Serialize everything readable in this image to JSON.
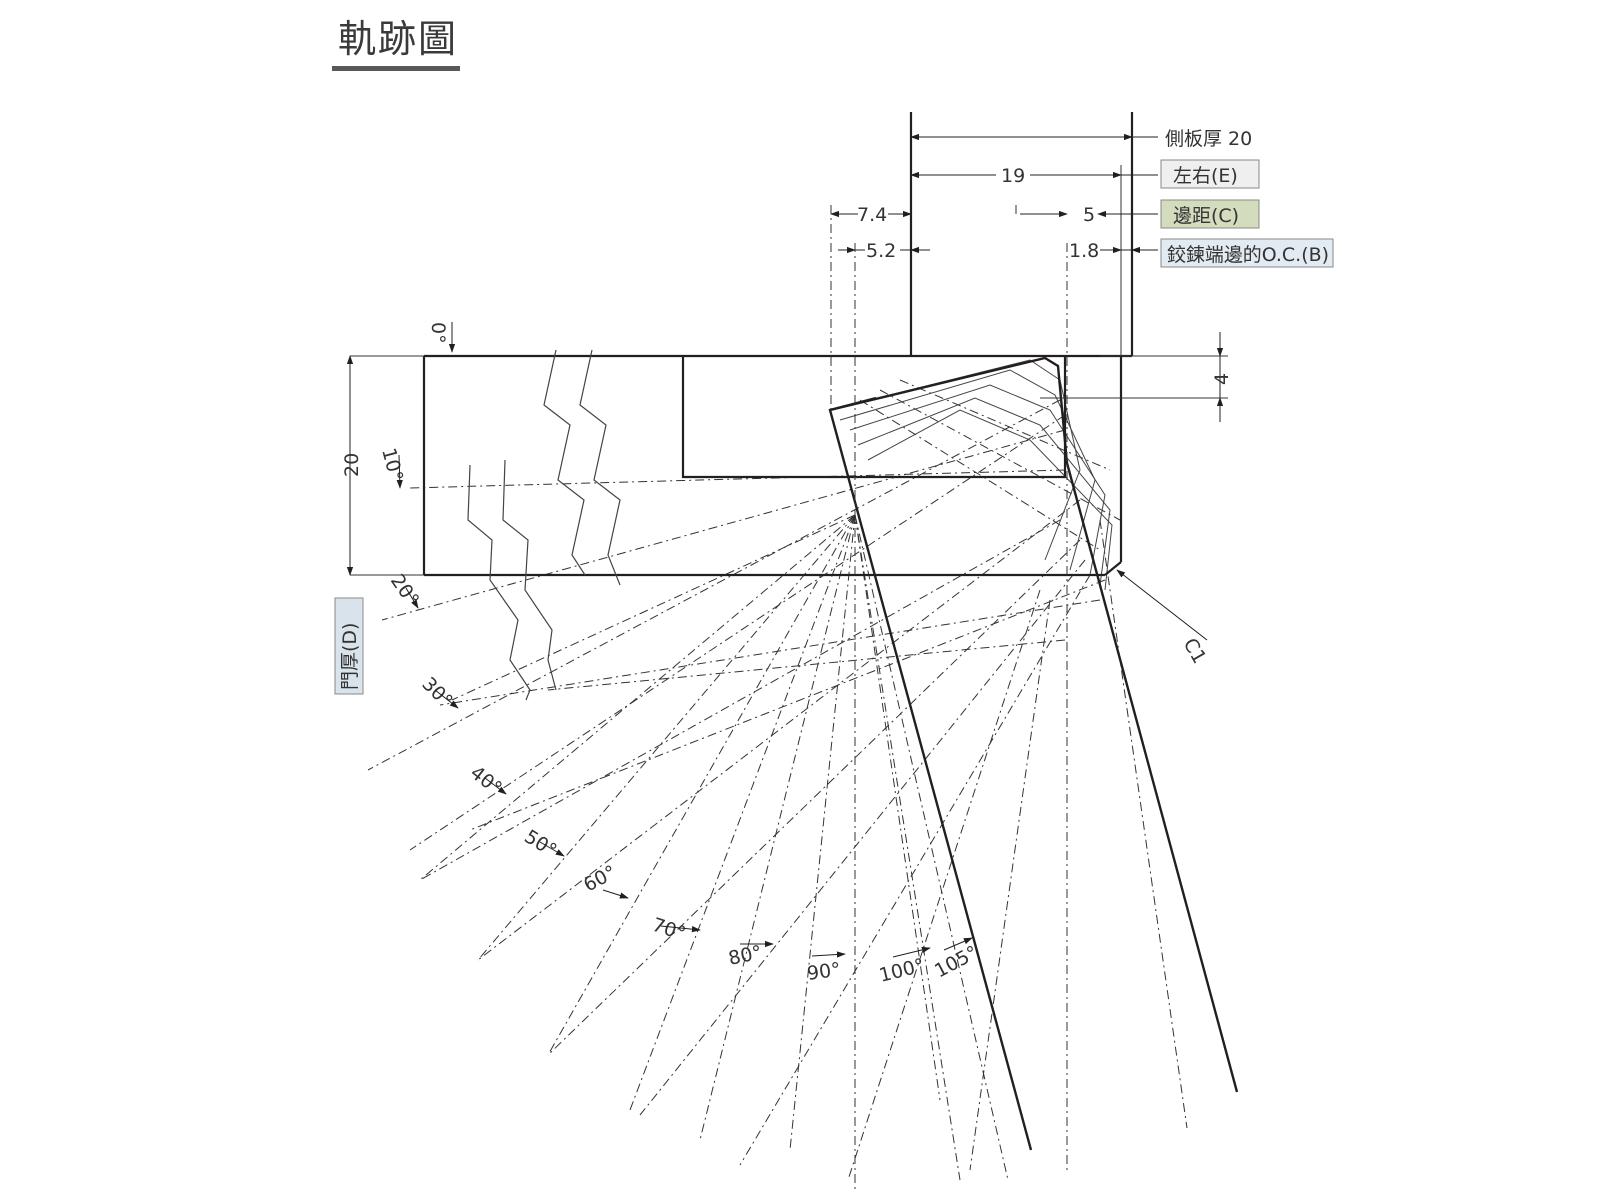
{
  "title": "軌跡圖",
  "dimensions": {
    "side_panel": "側板厚 20",
    "dim_19": "19",
    "dim_7_4": "7.4",
    "dim_5": "5",
    "dim_5_2": "5.2",
    "dim_1_8": "1.8",
    "dim_20": "20",
    "dim_4": "4",
    "chamfer": "C1"
  },
  "labels": {
    "left_right": "左右(E)",
    "margin": "邊距(C)",
    "hinge_oc": "鉸鍊端邊的O.C.(B)",
    "door_thickness": "門厚(D)"
  },
  "angles": [
    "0°",
    "10°",
    "20°",
    "30°",
    "40°",
    "50°",
    "60°",
    "70°",
    "80°",
    "90°",
    "100°",
    "105°"
  ],
  "colors": {
    "line": "#231f20",
    "left_right_box": "#efefef",
    "margin_box": "#d3dcbd",
    "hinge_box": "#e2eaf2",
    "door_box": "#d9e3ec"
  }
}
